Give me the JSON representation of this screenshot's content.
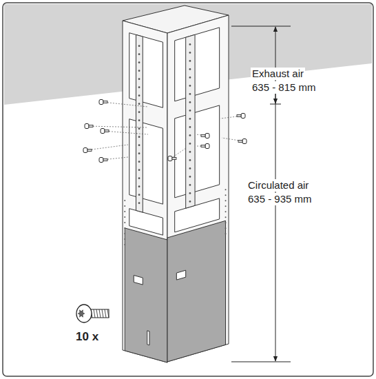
{
  "diagram": {
    "labels": [
      "Exhaust air",
      "635 - 815 mm",
      "Circulated air",
      "635 - 935 mm",
      "10 x"
    ]
  }
}
